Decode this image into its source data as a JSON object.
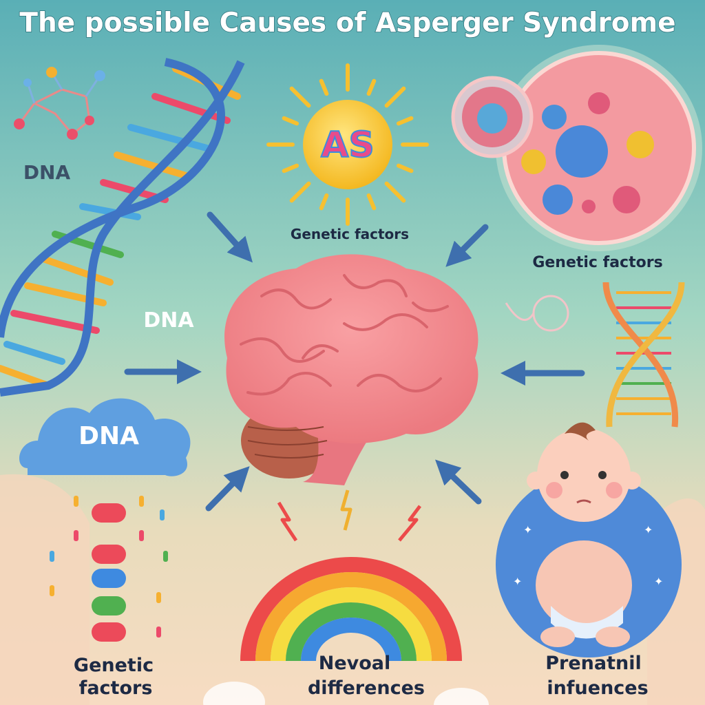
{
  "title": "The possible Causes of Asperger Syndrome",
  "sun_badge": "AS",
  "labels": {
    "dna_top_left": "DNA",
    "dna_center_left": "DNA",
    "dna_cloud": "DNA",
    "genetic_factors_sun": "Genetic factors",
    "genetic_factors_cells": "Genetic factors",
    "bottom_left_line1": "Genetic",
    "bottom_left_line2": "factors",
    "bottom_center_line1": "Nevoal",
    "bottom_center_line2": "differences",
    "bottom_right_line1": "Prenatnil",
    "bottom_right_line2": "infuences"
  },
  "colors": {
    "bg_top": "#5aafb6",
    "bg_mid": "#a3d6c2",
    "bg_bottom": "#f7dcc2",
    "brain": "#f48a8f",
    "dna_blue": "#3f74c4",
    "arrow": "#3e6fae",
    "text_dark": "#1d2a44"
  }
}
